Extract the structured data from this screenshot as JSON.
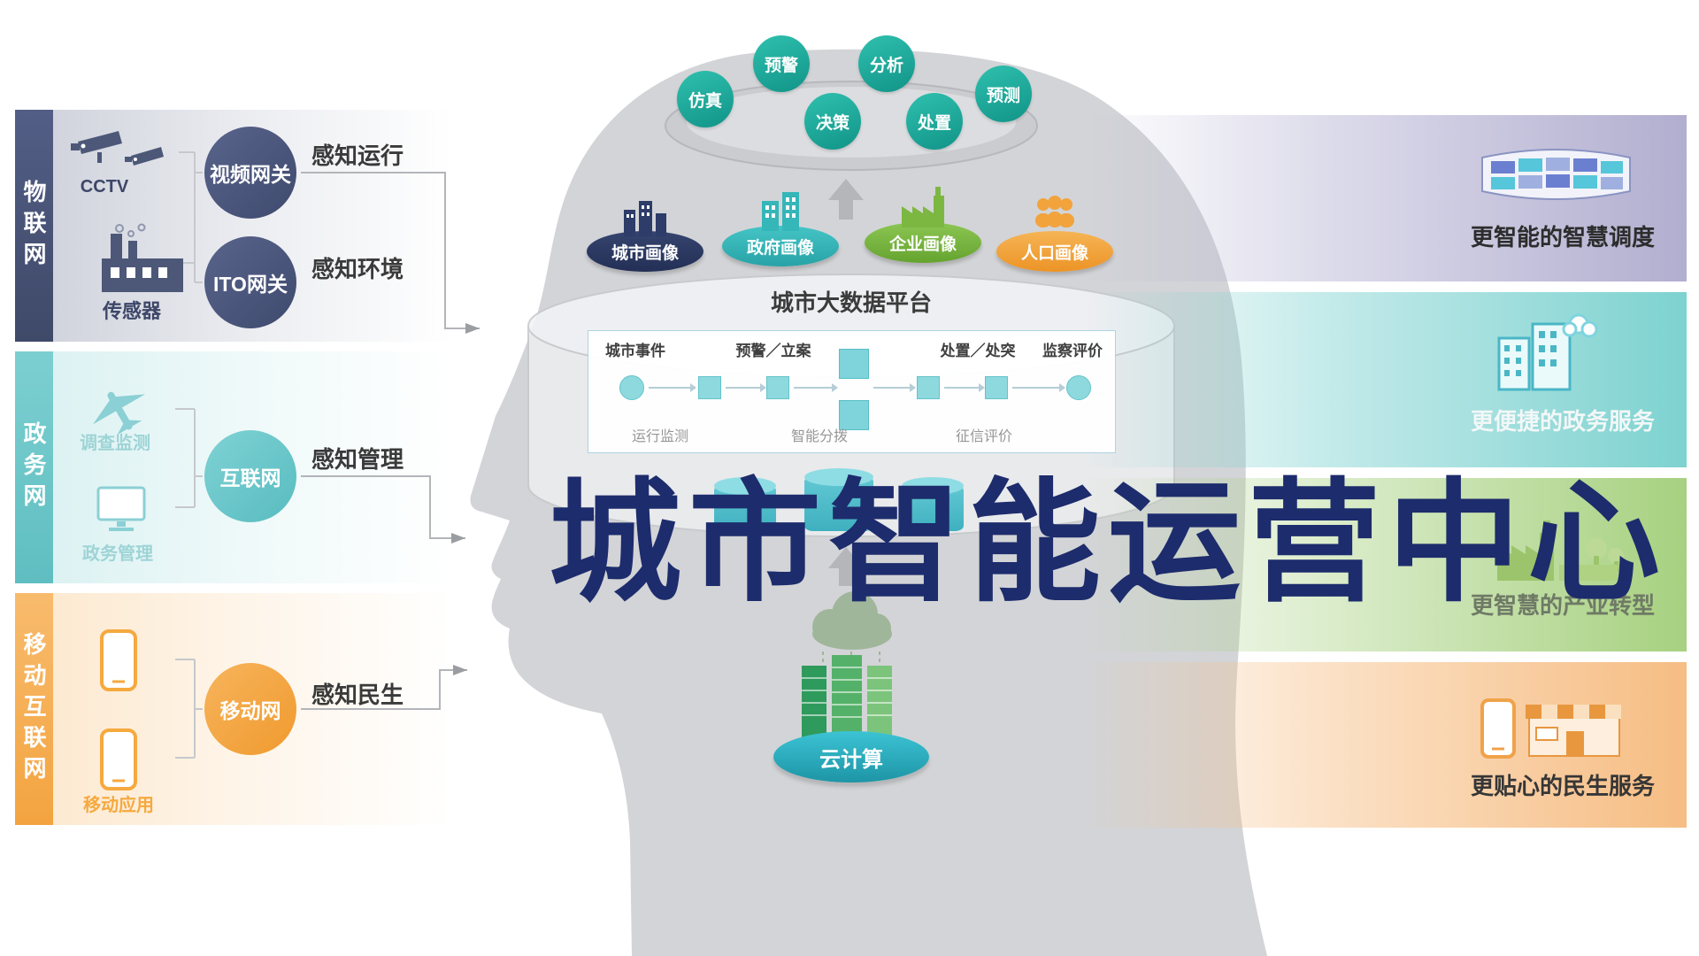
{
  "title": "城市智能运营中心",
  "left": {
    "sections": [
      {
        "label": "物联网",
        "items": [
          "CCTV",
          "传感器"
        ],
        "gateways": [
          {
            "name": "视频网关",
            "sense": "感知运行"
          },
          {
            "name": "ITO网关",
            "sense": "感知环境"
          }
        ]
      },
      {
        "label": "政务网",
        "items": [
          "调查监测",
          "政务管理"
        ],
        "gateways": [
          {
            "name": "互联网",
            "sense": "感知管理"
          }
        ]
      },
      {
        "label": "移动互联网",
        "items": [
          "移动应用"
        ],
        "gateways": [
          {
            "name": "移动网",
            "sense": "感知民生"
          }
        ]
      }
    ]
  },
  "brain": {
    "top_circles": [
      "仿真",
      "预警",
      "分析",
      "预测",
      "决策",
      "处置"
    ],
    "portraits": [
      "城市画像",
      "政府画像",
      "企业画像",
      "人口画像"
    ],
    "platform_label": "城市大数据平台",
    "flow": {
      "headers": [
        "城市事件",
        "预警／立案",
        "处置／处突",
        "监察评价"
      ],
      "footers": [
        "运行监测",
        "智能分拨",
        "征信评价"
      ]
    },
    "cloud_label": "云计算"
  },
  "right": {
    "benefits": [
      "更智能的智慧调度",
      "更便捷的政务服务",
      "更智慧的产业转型",
      "更贴心的民生服务"
    ]
  },
  "colors": {
    "navy": "#46527a",
    "teal": "#68c5c9",
    "orange": "#f4a84a",
    "green": "#7cb742",
    "purple_band": "#b2aed0",
    "node_teal": "#1bab9b",
    "title": "#1d2c6c"
  }
}
